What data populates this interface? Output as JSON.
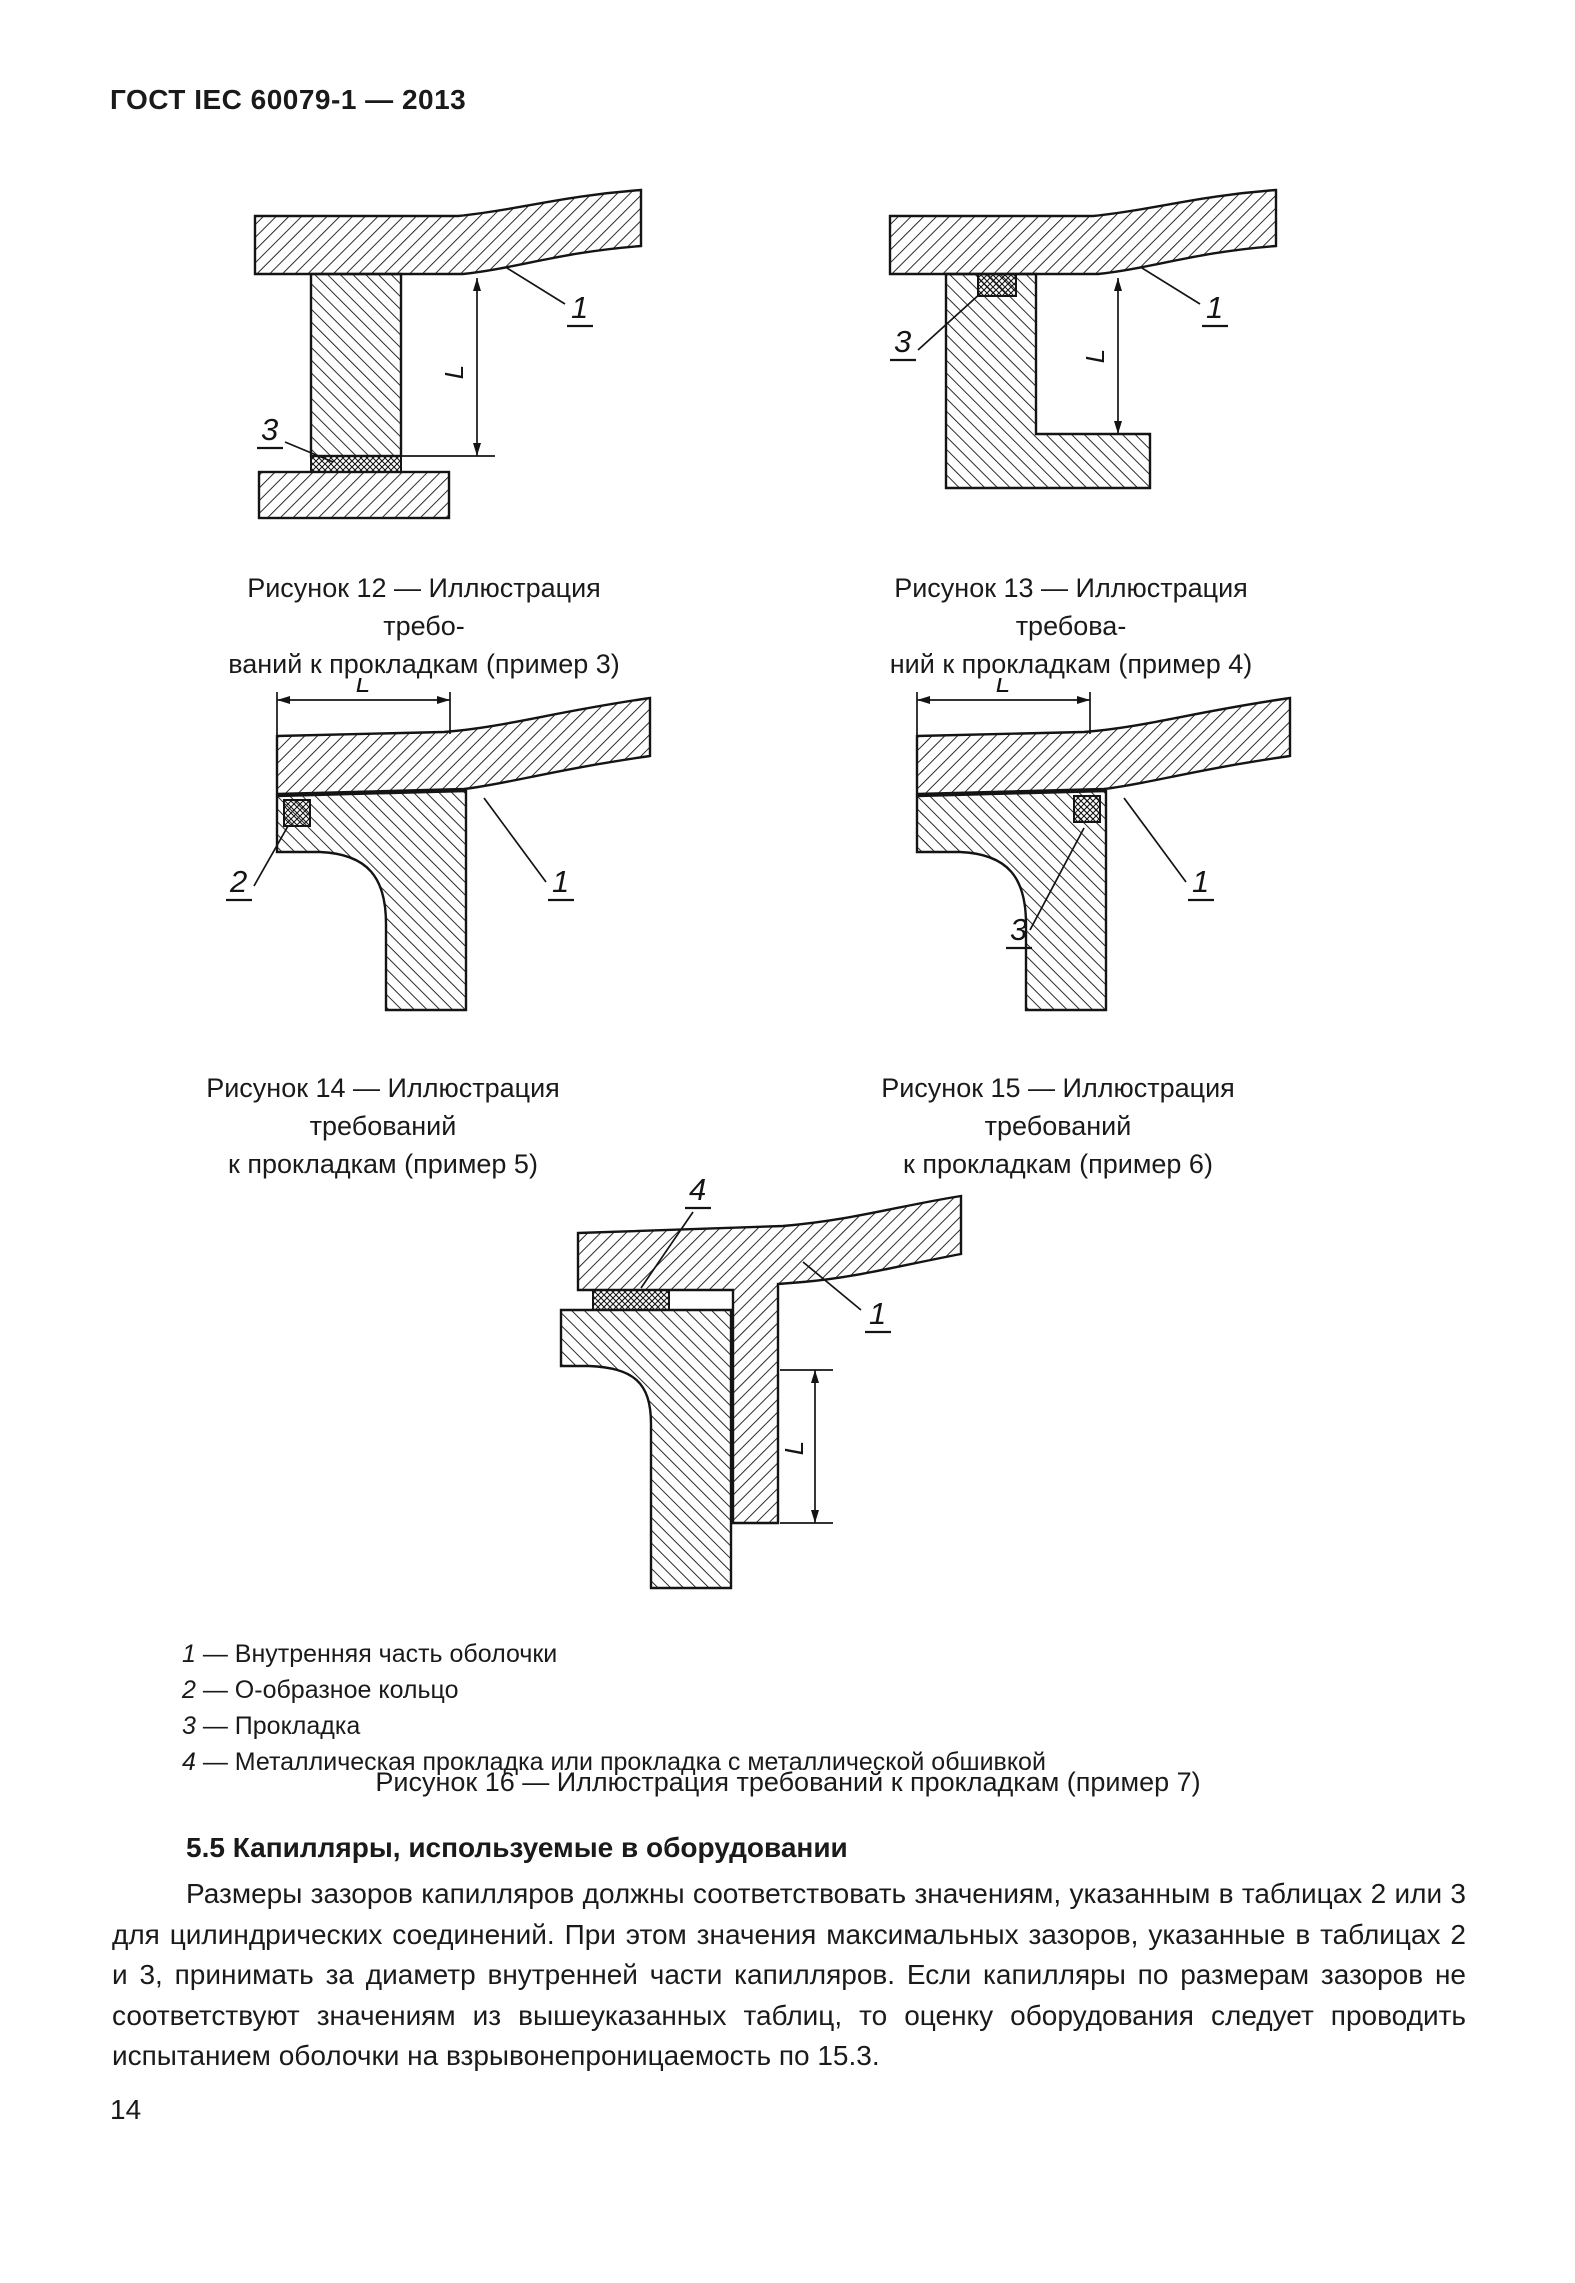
{
  "page": {
    "header": "ГОСТ IEC 60079-1 — 2013",
    "page_number": "14"
  },
  "figures": {
    "fig12": {
      "caption_line1": "Рисунок 12 — Иллюстрация требо-",
      "caption_line2": "ваний к прокладкам (пример 3)",
      "labels": {
        "part1": "1",
        "part3": "3",
        "dim": "L"
      }
    },
    "fig13": {
      "caption_line1": "Рисунок 13 — Иллюстрация требова-",
      "caption_line2": "ний к прокладкам (пример 4)",
      "labels": {
        "part1": "1",
        "part3": "3",
        "dim": "L"
      }
    },
    "fig14": {
      "caption_line1": "Рисунок 14 — Иллюстрация требований",
      "caption_line2": "к прокладкам (пример 5)",
      "labels": {
        "part1": "1",
        "part2": "2",
        "dim": "L"
      }
    },
    "fig15": {
      "caption_line1": "Рисунок 15 — Иллюстрация требований",
      "caption_line2": "к прокладкам (пример 6)",
      "labels": {
        "part1": "1",
        "part3": "3",
        "dim": "L"
      }
    },
    "fig16": {
      "caption": "Рисунок 16 — Иллюстрация требований к прокладкам (пример 7)",
      "labels": {
        "part1": "1",
        "part4": "4",
        "dim": "L"
      }
    }
  },
  "legend": {
    "items": [
      {
        "num": "1",
        "text": "— Внутренняя часть оболочки"
      },
      {
        "num": "2",
        "text": "— О-образное кольцо"
      },
      {
        "num": "3",
        "text": "— Прокладка"
      },
      {
        "num": "4",
        "text": "— Металлическая прокладка или прокладка с металлической обшивкой"
      }
    ]
  },
  "section": {
    "heading": "5.5 Капилляры, используемые в оборудовании",
    "paragraph": "Размеры зазоров капилляров должны соответствовать значениям, указанным в таблицах 2 или 3 для цилиндрических соединений. При этом значения максимальных зазоров, указанные в таблицах 2 и 3, принимать за диаметр внутренней части капилляров. Если капилляры по размерам зазоров не соответствуют значениям из вышеуказанных таблиц, то оценку оборудования  следует проводить испытанием оболочки на взрывонепроницаемость по 15.3."
  }
}
